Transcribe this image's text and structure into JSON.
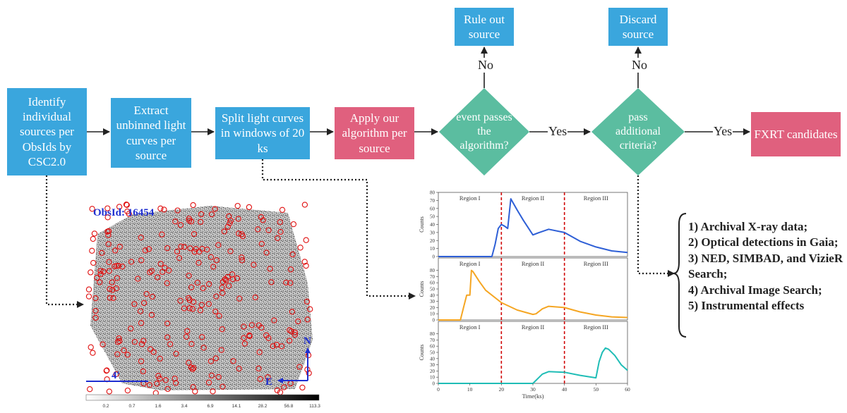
{
  "flow": {
    "identify": "Identify individual sources per ObsIds by CSC2.0",
    "extract": "Extract unbinned light curves per source",
    "split": "Split light curves in windows of 20 ks",
    "apply": "Apply our algorithm per source",
    "decision1": "event passes the algorithm?",
    "decision2": "pass additional criteria?",
    "rule_out": "Rule out source",
    "discard": "Discard source",
    "fxrt": "FXRT candidates",
    "no1": "No",
    "no2": "No",
    "yes1": "Yes",
    "yes2": "Yes"
  },
  "criteria": [
    "1) Archival X-ray data;",
    "2) Optical detections in Gaia;",
    "3) NED, SIMBAD, and VizieR Search;",
    "4) Archival Image Search;",
    "5) Instrumental effects"
  ],
  "obs_image": {
    "label": "ObsId: 16454",
    "scale": "4'",
    "north": "N",
    "east": "E",
    "colorbar_ticks": [
      "0.2",
      "0.7",
      "1.6",
      "3.4",
      "6.9",
      "14.1",
      "28.2",
      "56.8",
      "113.3"
    ]
  },
  "chart_data": {
    "type": "line",
    "xlabel": "Time(ks)",
    "ylabel": "Counts",
    "x_ticks": [
      0,
      10,
      20,
      30,
      40,
      50,
      60
    ],
    "region_boundaries": [
      20,
      40
    ],
    "region_labels": [
      "Region I",
      "Region II",
      "Region III"
    ],
    "panels": [
      {
        "color": "#2e5fd6",
        "yticks": [
          0,
          10,
          20,
          30,
          40,
          50,
          60,
          70,
          80
        ],
        "ylim": [
          0,
          80
        ],
        "x": [
          0,
          5,
          10,
          15,
          17,
          18,
          19,
          20,
          21,
          22,
          23,
          25,
          27,
          30,
          32,
          35,
          40,
          45,
          50,
          55,
          60
        ],
        "y": [
          0,
          0,
          0,
          0,
          0,
          15,
          35,
          40,
          38,
          35,
          72,
          58,
          45,
          27,
          30,
          34,
          30,
          19,
          12,
          7,
          5
        ]
      },
      {
        "color": "#f5a623",
        "yticks": [
          0,
          10,
          20,
          30,
          40,
          50,
          60,
          70,
          80
        ],
        "ylim": [
          0,
          100
        ],
        "x": [
          0,
          5,
          7,
          8,
          9,
          10,
          10.5,
          11,
          13,
          15,
          20,
          25,
          30,
          31,
          33,
          35,
          40,
          45,
          50,
          55,
          60
        ],
        "y": [
          0,
          0,
          0,
          20,
          40,
          40,
          80,
          78,
          62,
          48,
          28,
          16,
          9,
          10,
          18,
          22,
          20,
          13,
          8,
          5,
          4
        ]
      },
      {
        "color": "#1fbdb6",
        "yticks": [
          0,
          10,
          20,
          30,
          40,
          50,
          60,
          70,
          80
        ],
        "ylim": [
          0,
          100
        ],
        "x": [
          0,
          10,
          20,
          30,
          31,
          33,
          35,
          40,
          45,
          50,
          51,
          52,
          53,
          54,
          56,
          58,
          60
        ],
        "y": [
          0,
          0,
          0,
          0,
          5,
          15,
          19,
          18,
          13,
          9,
          35,
          50,
          57,
          55,
          45,
          30,
          21
        ]
      }
    ]
  }
}
